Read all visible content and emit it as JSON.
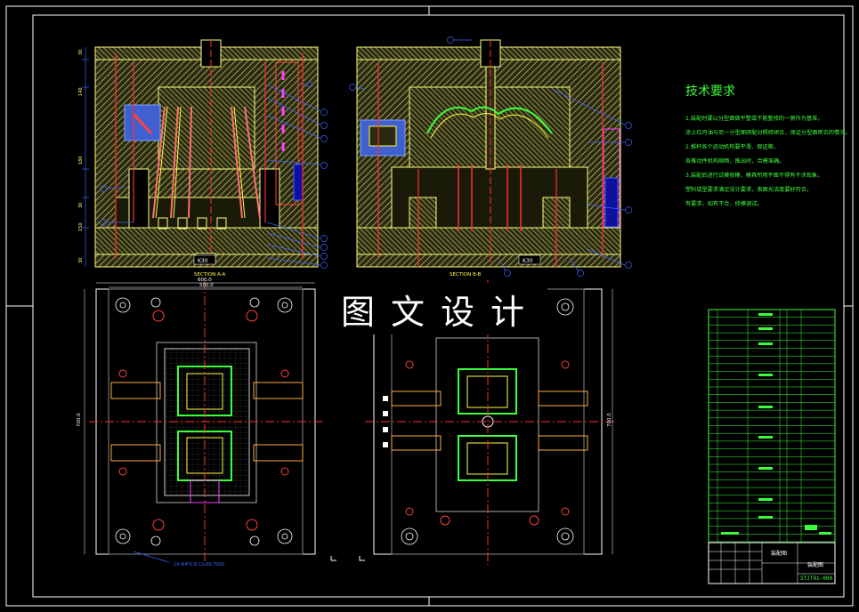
{
  "watermark": "图文设计",
  "tech_requirements": {
    "title": "技术要求",
    "lines": [
      "1.装配时要以分型面做平整或不能整修的一侧作为基准，",
      "   涂上红丹油与另一分型面研配对照修研合，保证分型面密合的情况。",
      "2.推杆各个运动机构要平滑、保证顺，",
      "   各推动件机构顺畅，推出时，合模准确。",
      "3.装配后进行试模修模，模具所用平面不得有干涉现象，",
      "   塑料成型要求满足设计要求，表面光洁度要好符合。",
      "   有要求，如有不合，修模调试。"
    ]
  },
  "section_labels": {
    "left": "SECTION A-A",
    "right": "SECTION B-B"
  },
  "dimensions": {
    "top_width_outer": "600.0",
    "top_width_inner": "500.0",
    "height_left": "700.0",
    "height_right": "700.0",
    "left_dims": [
      "30",
      "140",
      "180",
      "30",
      "150",
      "30"
    ],
    "bottom_note": "2X-M4*0.8-12-80-7000",
    "part_tag": "K30"
  },
  "title_block": {
    "drawing_name": "装配图",
    "drawing_title": "装配图",
    "drawing_code": "STJT01-000"
  },
  "colors": {
    "background": "#000000",
    "frame": "#ffffff",
    "hatch": "#c8c864",
    "green": "#3cff3c",
    "red": "#ff2020",
    "blue": "#4060ff",
    "cyan": "#20e0e0",
    "magenta": "#ff40ff",
    "yellow": "#ffff40"
  }
}
